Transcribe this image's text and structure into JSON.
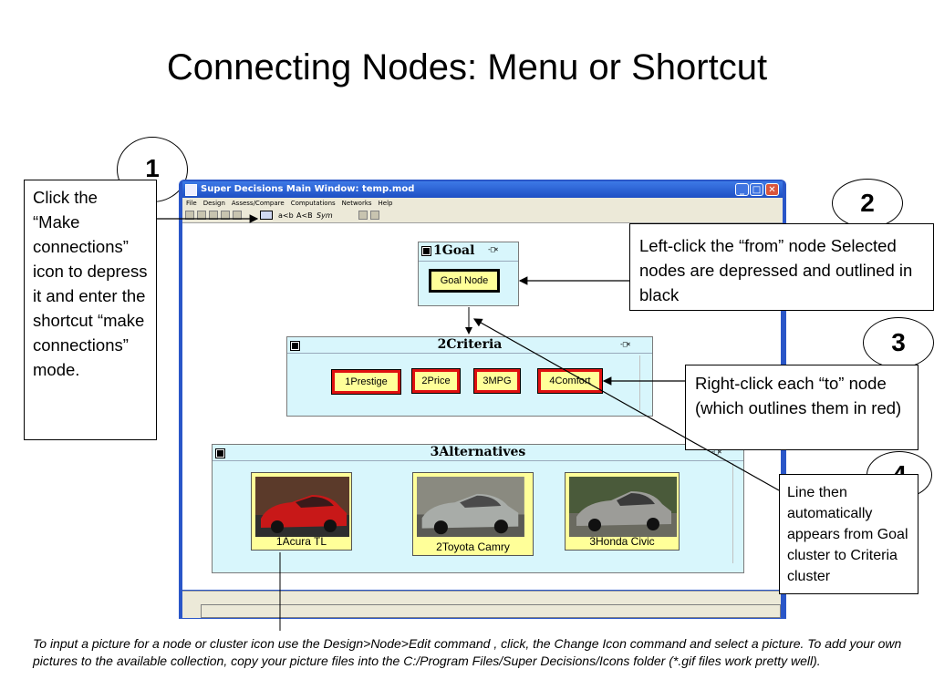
{
  "slide": {
    "title": "Connecting Nodes: Menu or Shortcut",
    "caption": "To input a picture for a node or cluster icon use the Design>Node>Edit command , click, the Change Icon command  and select a picture. To add your own pictures to the  available collection, copy your picture files into the C:/Program Files/Super Decisions/Icons folder (*.gif files work pretty well)."
  },
  "callouts": [
    {
      "number": "1",
      "text": "Click the “Make connections” icon to depress it and enter the shortcut “make connections” mode."
    },
    {
      "number": "2",
      "text": "Left-click the “from” node Selected nodes are depressed and outlined in black"
    },
    {
      "number": "3",
      "text": "Right-click each “to” node (which outlines them in red)"
    },
    {
      "number": "4",
      "text": " Line then automatically appears from Goal cluster to Criteria cluster"
    }
  ],
  "window": {
    "title": "Super Decisions Main Window: temp.mod",
    "menu": [
      "File",
      "Design",
      "Assess/Compare",
      "Computations",
      "Networks",
      "Help"
    ],
    "toolbar_text": [
      "a<b",
      "A<B",
      "Sym"
    ]
  },
  "clusters": {
    "goal": {
      "name": "1Goal",
      "nodes": [
        "Goal Node"
      ]
    },
    "criteria": {
      "name": "2Criteria",
      "nodes": [
        "1Prestige",
        "2Price",
        "3MPG",
        "4Comfort"
      ]
    },
    "alternatives": {
      "name": "3Alternatives",
      "nodes": [
        "1Acura TL",
        "2Toyota Camry",
        "3Honda Civic"
      ]
    }
  },
  "colors": {
    "cluster_bg": "#d8f6fc",
    "node_bg": "#ffff99",
    "selected_to_outline": "#e01010",
    "titlebar": "#2a56c8"
  }
}
